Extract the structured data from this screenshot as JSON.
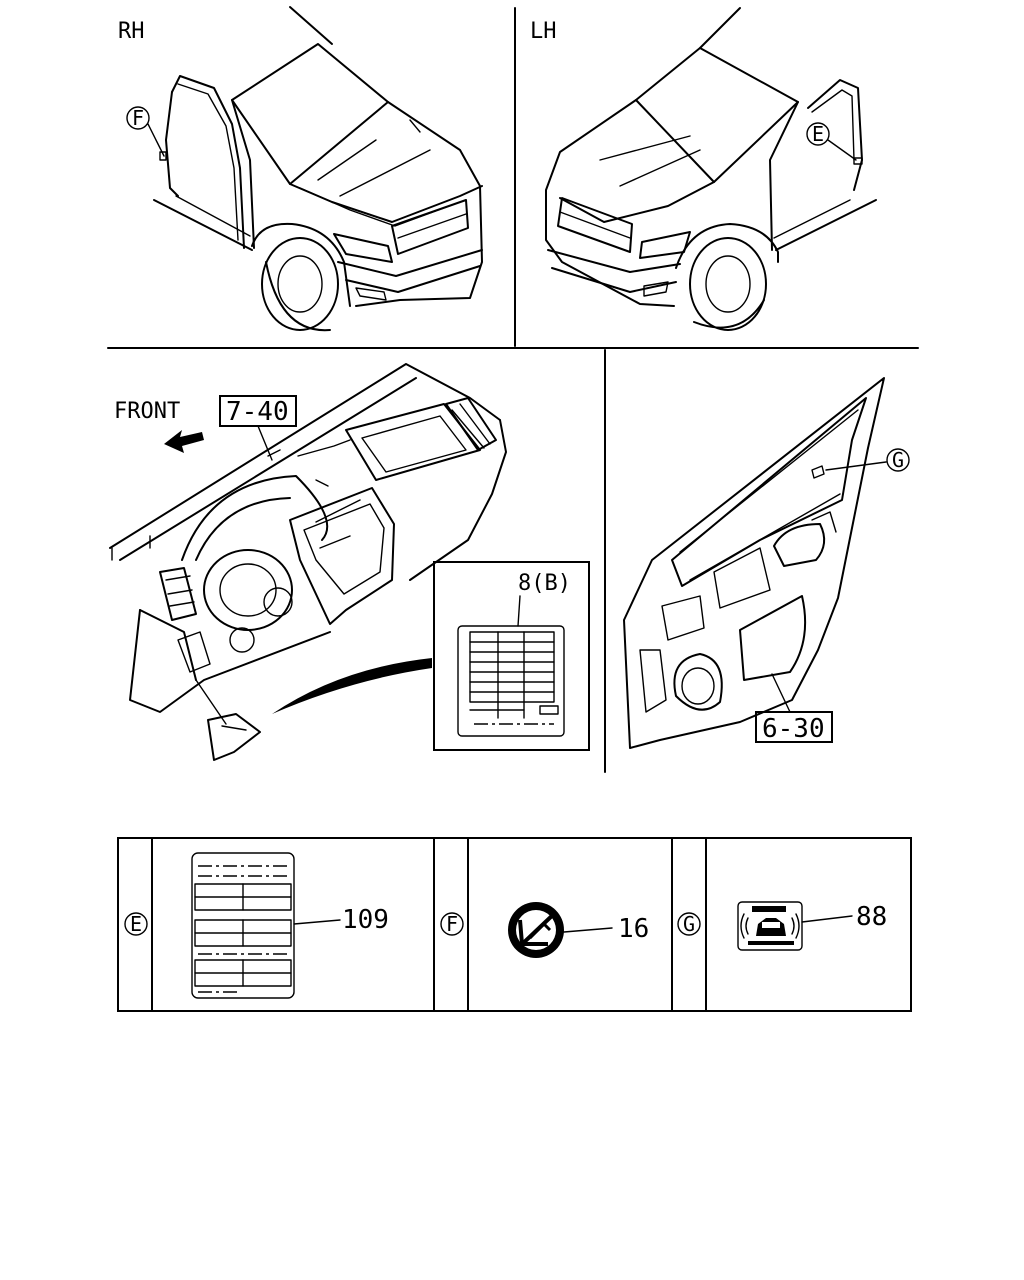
{
  "views": {
    "rh_label": "RH",
    "lh_label": "LH",
    "front_label": "FRONT"
  },
  "callouts": {
    "instrument_panel_ref": "7-40",
    "door_ref": "6-30",
    "fuse_label_ref": "8(B)",
    "marker_f": "F",
    "marker_e": "E",
    "marker_g": "G"
  },
  "legend": {
    "cells": [
      {
        "marker": "E",
        "part_no": "109",
        "icon": "fuse-block-label-icon"
      },
      {
        "marker": "F",
        "part_no": "16",
        "icon": "airbag-warning-label-icon"
      },
      {
        "marker": "G",
        "part_no": "88",
        "icon": "security-system-label-icon"
      }
    ]
  },
  "icons": {
    "front_arrow": "arrow-front-icon"
  }
}
